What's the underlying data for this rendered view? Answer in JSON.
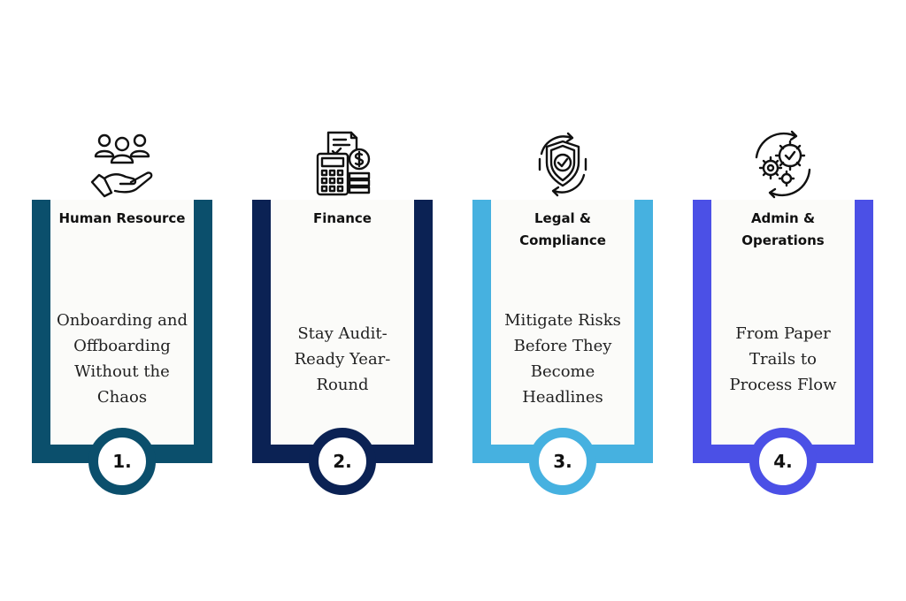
{
  "steps": [
    {
      "number": "1.",
      "title": "Human Resource",
      "description": "Onboarding and Offboarding Without the Chaos",
      "color": "#0b4f6c",
      "icon": "people-hand-icon"
    },
    {
      "number": "2.",
      "title": "Finance",
      "description": "Stay Audit-Ready Year-Round",
      "color": "#0b2254",
      "icon": "finance-calculator-icon"
    },
    {
      "number": "3.",
      "title": "Legal & Compliance",
      "description": "Mitigate Risks Before They Become Headlines",
      "color": "#46b1e0",
      "icon": "shield-check-icon"
    },
    {
      "number": "4.",
      "title": "Admin & Operations",
      "description": "From Paper Trails to Process Flow",
      "color": "#4b50e6",
      "icon": "gears-cycle-icon"
    }
  ]
}
